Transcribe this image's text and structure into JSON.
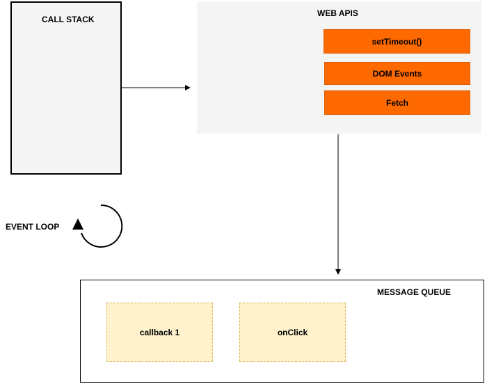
{
  "call_stack": {
    "title": "CALL STACK"
  },
  "web_apis": {
    "title": "WEB APIS",
    "items": [
      {
        "label": "setTimeout()"
      },
      {
        "label": "DOM Events"
      },
      {
        "label": "Fetch"
      }
    ]
  },
  "event_loop": {
    "label": "EVENT LOOP"
  },
  "message_queue": {
    "title": "MESSAGE QUEUE",
    "items": [
      {
        "label": "callback 1"
      },
      {
        "label": "onClick"
      }
    ]
  },
  "colors": {
    "api_fill": "#ff6a00",
    "queue_fill": "#fff2cc",
    "queue_border": "#d6b656",
    "panel_fill": "#f4f4f4"
  }
}
